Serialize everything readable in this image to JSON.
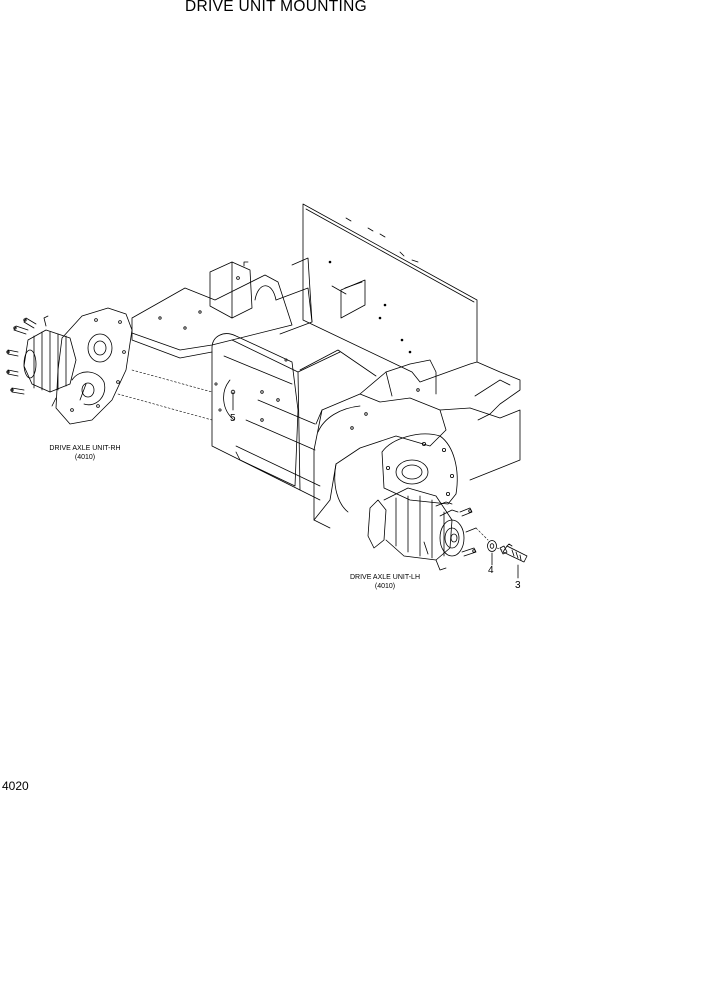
{
  "title": "DRIVE UNIT MOUNTING",
  "page_number": "4020",
  "callouts": {
    "bolt": "3",
    "washer": "4",
    "pin": "5"
  },
  "drive_axle_rh": {
    "name": "DRIVE AXLE UNIT-RH",
    "code": "(4010)"
  },
  "drive_axle_lh": {
    "name": "DRIVE AXLE UNIT-LH",
    "code": "(4010)"
  }
}
